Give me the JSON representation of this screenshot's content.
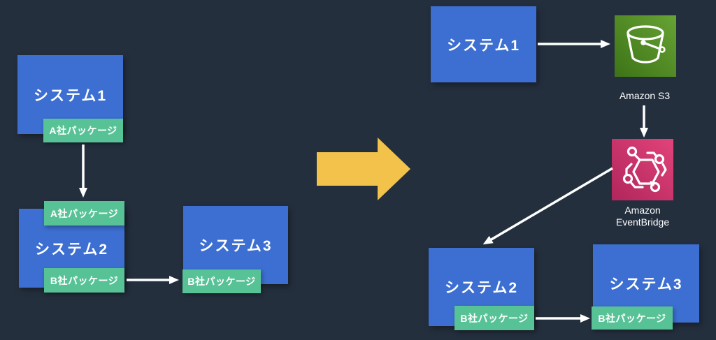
{
  "diagram_title": "system-integration-before-after",
  "colors": {
    "background": "#242F3E",
    "system_box_blue": "#3C6FD1",
    "package_badge_green": "#58C297",
    "transform_arrow_yellow": "#F3C24B",
    "connector_white": "#FFFFFF",
    "s3_gradient": [
      "#3D7317",
      "#67A334"
    ],
    "eventbridge_gradient": [
      "#B0265C",
      "#E14379"
    ]
  },
  "before": {
    "system1": {
      "label": "システム1",
      "package": "A社パッケージ"
    },
    "system2": {
      "label": "システム2",
      "package_top": "A社パッケージ",
      "package_bottom": "B社パッケージ"
    },
    "system3": {
      "label": "システム3",
      "package": "B社パッケージ"
    }
  },
  "after": {
    "system1": {
      "label": "システム1"
    },
    "s3": {
      "label": "Amazon S3"
    },
    "eventbridge": {
      "label_line1": "Amazon",
      "label_line2": "EventBridge"
    },
    "system2": {
      "label": "システム2",
      "package": "B社パッケージ"
    },
    "system3": {
      "label": "システム3",
      "package": "B社パッケージ"
    }
  },
  "connections": [
    {
      "from": "before.system1.package",
      "to": "before.system2.package_top",
      "style": "arrow-down"
    },
    {
      "from": "before.system2.package_bottom",
      "to": "before.system3.package",
      "style": "arrow-right"
    },
    {
      "from": "after.system1",
      "to": "after.s3",
      "style": "arrow-right"
    },
    {
      "from": "after.s3",
      "to": "after.eventbridge",
      "style": "arrow-down"
    },
    {
      "from": "after.eventbridge",
      "to": "after.system2",
      "style": "arrow-diagonal"
    },
    {
      "from": "after.system2.package",
      "to": "after.system3.package",
      "style": "arrow-right"
    }
  ]
}
